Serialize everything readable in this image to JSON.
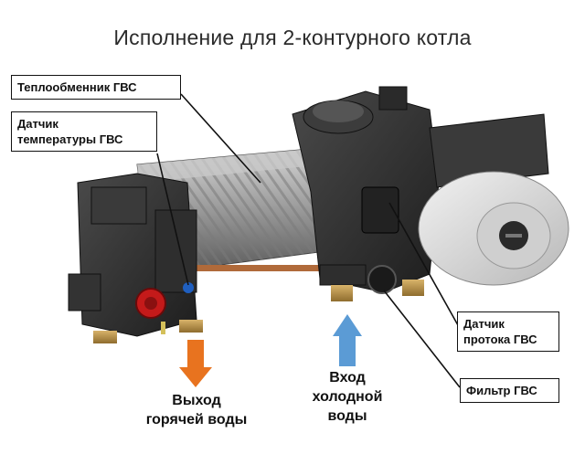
{
  "title": "Исполнение для 2-контурного котла",
  "callouts": {
    "heat_exchanger": "Теплообменник ГВС",
    "temp_sensor_line1": "Датчик",
    "temp_sensor_line2": "температуры ГВС",
    "flow_sensor_line1": "Датчик",
    "flow_sensor_line2": "протока ГВС",
    "filter": "Фильтр ГВС"
  },
  "captions": {
    "hot_water_line1": "Выход",
    "hot_water_line2": "горячей воды",
    "cold_water_line1": "Вход",
    "cold_water_line2": "холодной",
    "cold_water_line3": "воды"
  },
  "colors": {
    "hot_arrow": "#e8731f",
    "cold_arrow": "#5b9bd5"
  }
}
